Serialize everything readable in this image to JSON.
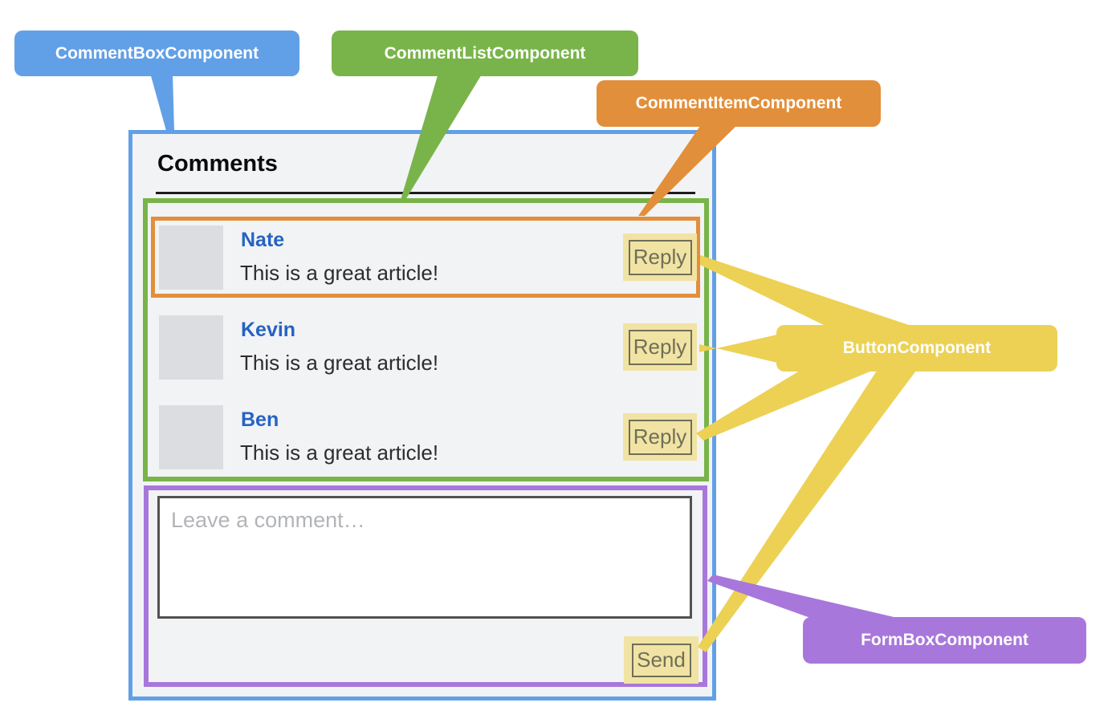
{
  "diagram": {
    "callouts": {
      "comment_box": {
        "label": "CommentBoxComponent"
      },
      "comment_list": {
        "label": "CommentListComponent"
      },
      "comment_item": {
        "label": "CommentItemComponent"
      },
      "button": {
        "label": "ButtonComponent"
      },
      "form_box": {
        "label": "FormBoxComponent"
      }
    },
    "panel": {
      "title": "Comments",
      "comments": [
        {
          "author": "Nate",
          "text": "This is a great article!",
          "reply_label": "Reply"
        },
        {
          "author": "Kevin",
          "text": "This is a great article!",
          "reply_label": "Reply"
        },
        {
          "author": "Ben",
          "text": "This is a great article!",
          "reply_label": "Reply"
        }
      ],
      "form": {
        "placeholder": "Leave a comment…",
        "send_label": "Send"
      }
    }
  },
  "colors": {
    "comment_box_accent": "#61a0e7",
    "comment_list_accent": "#79b44a",
    "comment_item_accent": "#e28f3b",
    "button_accent": "#ecd155",
    "button_highlight_bg": "#f1e3a3",
    "button_border_text": "#6f6f58",
    "form_box_accent": "#a877db",
    "panel_bg": "#f2f3f5",
    "avatar_bg": "#dcdde0",
    "author_name": "#2563c2",
    "placeholder_color": "#b2b4b8"
  }
}
